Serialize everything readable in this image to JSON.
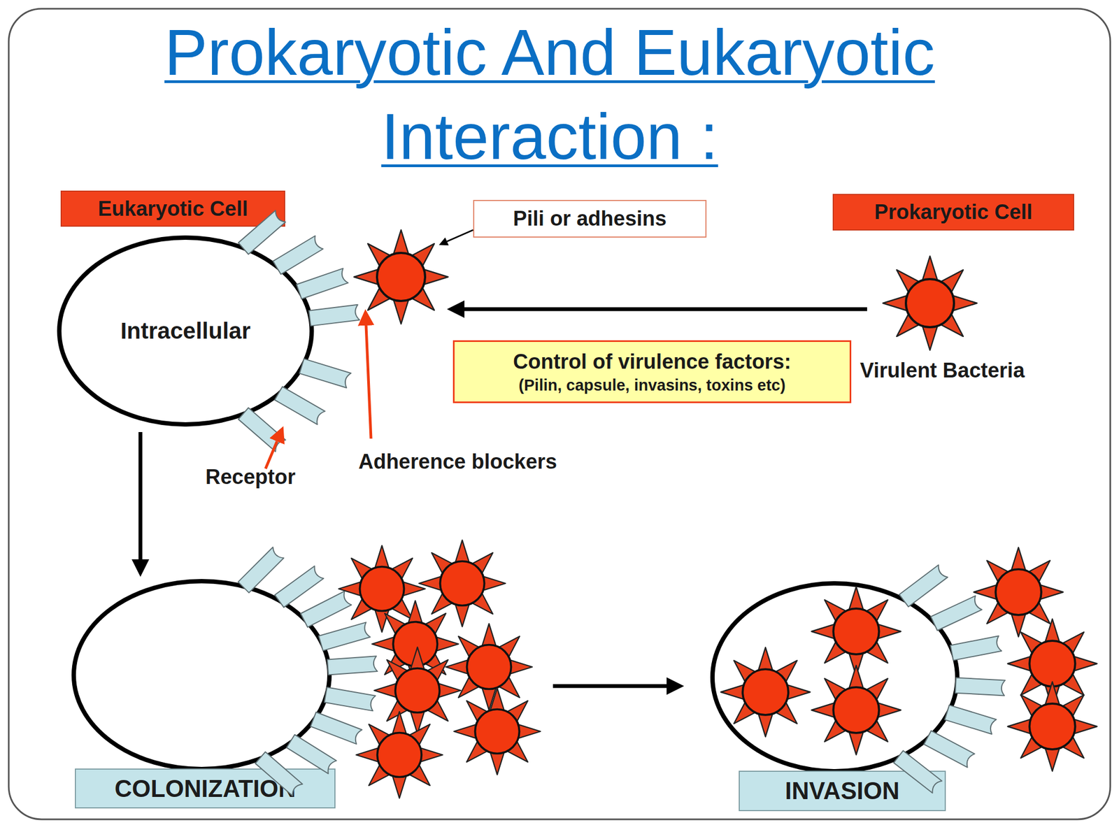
{
  "diagram": {
    "title": "Prokaryotic And Eukaryotic Interaction :",
    "nodes": [
      {
        "text": [
          "Eukaryotic Cell"
        ]
      },
      {
        "text": [
          "Pili or adhesins"
        ]
      },
      {
        "text": [
          "Prokaryotic Cell"
        ]
      },
      {
        "text": [
          "Intracellular"
        ]
      },
      {
        "text": [
          "Control of virulence factors:",
          "(Pilin, capsule, invasins, toxins etc)"
        ]
      },
      {
        "text": [
          "COLONIZATION"
        ]
      },
      {
        "text": [
          "INVASION"
        ]
      }
    ],
    "edges": [
      {
        "from": 3,
        "to": 5,
        "arrow": "to"
      },
      {
        "from": 5,
        "to": 6,
        "arrow": "to"
      }
    ],
    "labels": [
      "Virulent Bacteria",
      "Adherence blockers",
      "Receptor"
    ]
  }
}
